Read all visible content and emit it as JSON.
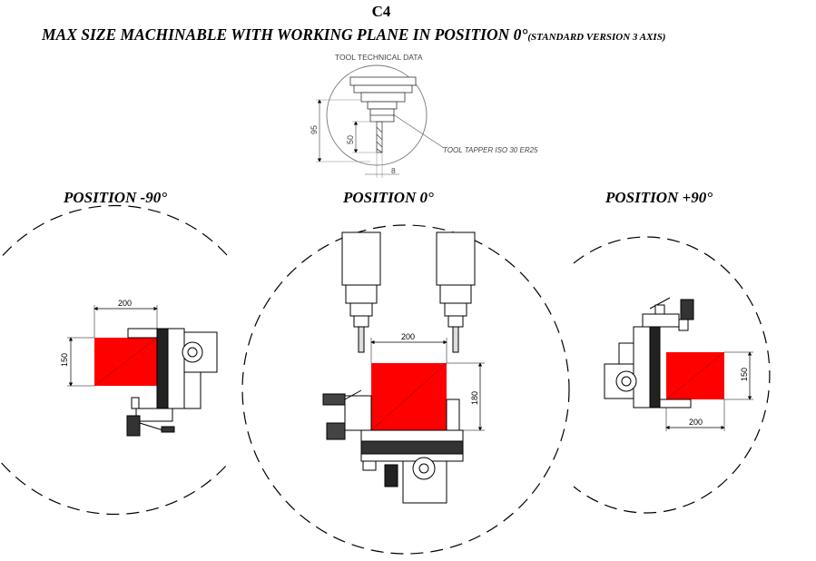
{
  "header": {
    "code": "C4",
    "title_main": "MAX SIZE MACHINABLE WITH WORKING PLANE IN POSITION  0°",
    "title_sub": "(STANDARD VERSION 3 AXIS)"
  },
  "tool_data": {
    "caption": "TOOL TECHNICAL DATA",
    "dim_total": "95",
    "dim_length": "50",
    "dim_diameter": "8",
    "tool_label": "TOOL TAPPER ISO 30 ER25"
  },
  "positions": {
    "left": {
      "label": "POSITION  -90°",
      "width": "200",
      "height": "150"
    },
    "center": {
      "label": "POSITION  0°",
      "width": "200",
      "height": "180"
    },
    "right": {
      "label": "POSITION  +90°",
      "width": "200",
      "height": "150"
    }
  },
  "colors": {
    "workpiece": "#ff0000",
    "outline": "#000000",
    "dash": "#000000"
  }
}
